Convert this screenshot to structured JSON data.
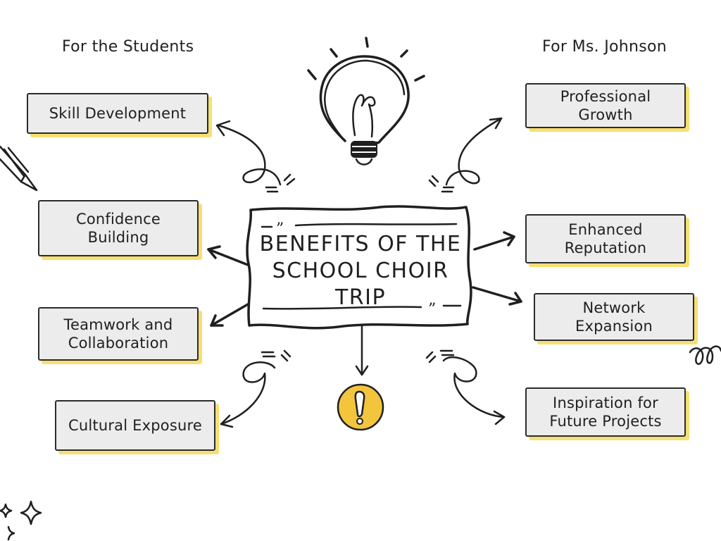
{
  "headings": {
    "students": "For the Students",
    "teacher": "For Ms. Johnson"
  },
  "center": {
    "line1": "BENEFITS OF THE",
    "line2": "SCHOOL CHOIR TRIP"
  },
  "students_benefits": [
    {
      "lines": [
        "Skill Development"
      ]
    },
    {
      "lines": [
        "Confidence",
        "Building"
      ]
    },
    {
      "lines": [
        "Teamwork and",
        "Collaboration"
      ]
    },
    {
      "lines": [
        "Cultural Exposure"
      ]
    }
  ],
  "teacher_benefits": [
    {
      "lines": [
        "Professional",
        "Growth"
      ]
    },
    {
      "lines": [
        "Enhanced",
        "Reputation"
      ]
    },
    {
      "lines": [
        "Network",
        "Expansion"
      ]
    },
    {
      "lines": [
        "Inspiration for",
        "Future Projects"
      ]
    }
  ],
  "icons": [
    "lightbulb-icon",
    "exclamation-icon",
    "pencil-icon",
    "sparkle-icon",
    "loop-doodle-icon"
  ],
  "colors": {
    "highlight": "#f6df73",
    "box_fill": "#ececec",
    "ink": "#1f1f1f",
    "badge": "#f2c53d"
  }
}
